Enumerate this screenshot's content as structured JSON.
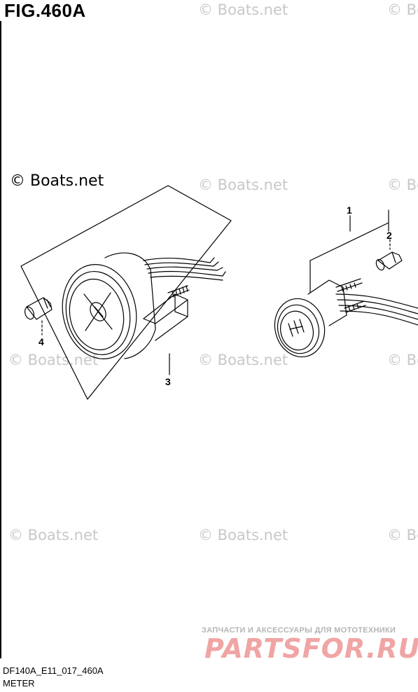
{
  "figure": {
    "title": "FIG.460A",
    "copyright": "© Boats.net",
    "code": "DF140A_E11_017_460A",
    "name": "METER"
  },
  "callouts": [
    {
      "id": "1",
      "label": "1"
    },
    {
      "id": "2",
      "label": "2"
    },
    {
      "id": "3",
      "label": "3"
    },
    {
      "id": "4",
      "label": "4"
    }
  ],
  "watermark": {
    "text": "© Boats.net",
    "text_cut": "© Bo"
  },
  "partsfor": {
    "tagline": "ЗАПЧАСТИ И АКСЕССУАРЫ ДЛЯ МОТОТЕХНИКИ",
    "logo": "PARTSFOR.RU"
  },
  "colors": {
    "line": "#000000",
    "watermark": "#c8c8c8",
    "logo": "#f0a5a5"
  }
}
